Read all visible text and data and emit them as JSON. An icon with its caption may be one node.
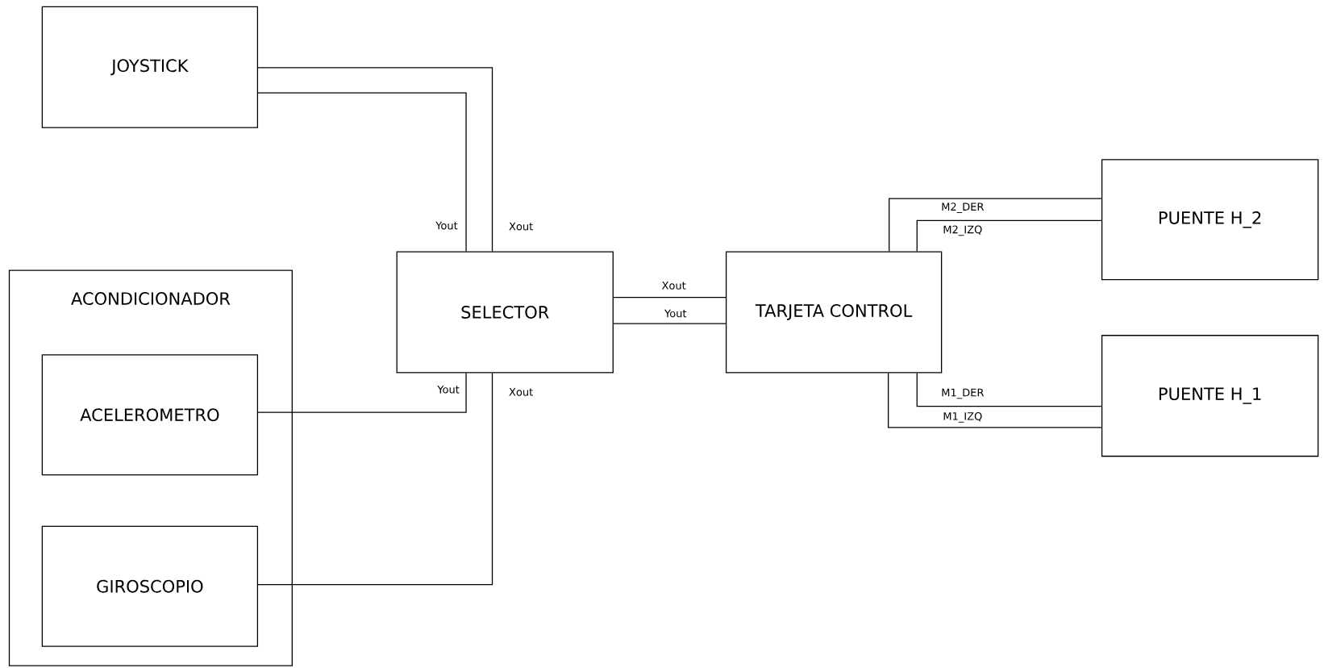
{
  "diagram": {
    "nodes": [
      {
        "text": [
          "JOYSTICK"
        ]
      },
      {
        "text": [
          "ACONDICIONADOR"
        ]
      },
      {
        "text": [
          "ACELEROMETRO"
        ],
        "in": 1
      },
      {
        "text": [
          "GIROSCOPIO"
        ],
        "in": 1
      },
      {
        "text": [
          "SELECTOR"
        ]
      },
      {
        "text": [
          "TARJETA CONTROL"
        ]
      },
      {
        "text": [
          "PUENTE H_2"
        ]
      },
      {
        "text": [
          "PUENTE H_1"
        ]
      }
    ],
    "edges": [
      {
        "from": 0,
        "to": 4,
        "arrow": "none",
        "label": "Xout"
      },
      {
        "from": 0,
        "to": 4,
        "arrow": "none",
        "label": "Yout"
      },
      {
        "from": 2,
        "to": 4,
        "arrow": "none",
        "label": "Yout"
      },
      {
        "from": 3,
        "to": 4,
        "arrow": "none",
        "label": "Xout"
      },
      {
        "from": 4,
        "to": 5,
        "arrow": "none",
        "label": "Xout"
      },
      {
        "from": 4,
        "to": 5,
        "arrow": "none",
        "label": "Yout"
      },
      {
        "from": 5,
        "to": 6,
        "arrow": "none",
        "label": "M2_DER"
      },
      {
        "from": 5,
        "to": 6,
        "arrow": "none",
        "label": "M2_IZQ"
      },
      {
        "from": 5,
        "to": 7,
        "arrow": "none",
        "label": "M1_DER"
      },
      {
        "from": 5,
        "to": 7,
        "arrow": "none",
        "label": "M1_IZQ"
      }
    ]
  }
}
